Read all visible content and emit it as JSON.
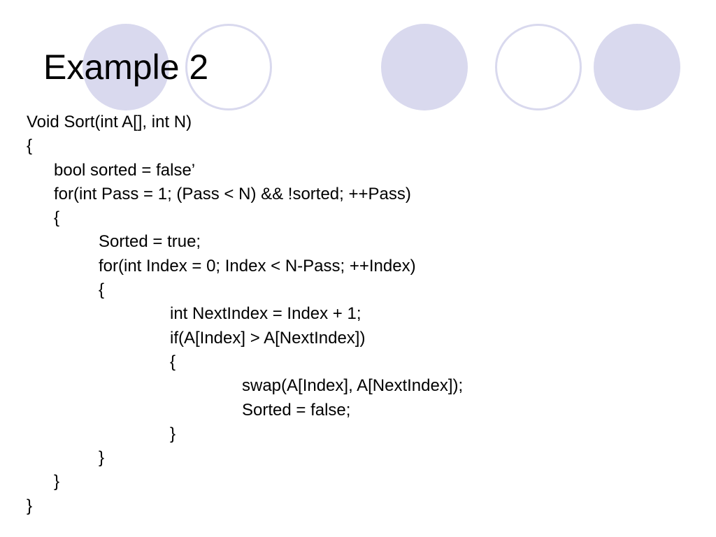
{
  "slide": {
    "title": "Example 2",
    "decoration": {
      "fill_color": "#d9d9ee",
      "ring_color": "#d9d9ee",
      "circles": [
        "filled",
        "ring",
        "filled",
        "ring",
        "filled"
      ]
    },
    "code_lines": [
      {
        "indent": 0,
        "text": "Void Sort(int A[], int N)"
      },
      {
        "indent": 0,
        "text": "{"
      },
      {
        "indent": 1,
        "text": "bool sorted = false’"
      },
      {
        "indent": 1,
        "text": "for(int Pass = 1; (Pass < N) && !sorted; ++Pass)"
      },
      {
        "indent": 1,
        "text": "{"
      },
      {
        "indent": 2,
        "text": "Sorted = true;"
      },
      {
        "indent": 2,
        "text": "for(int Index = 0; Index < N-Pass; ++Index)"
      },
      {
        "indent": 2,
        "text": "{"
      },
      {
        "indent": 3,
        "text": "int NextIndex = Index + 1;"
      },
      {
        "indent": 3,
        "text": "if(A[Index] > A[NextIndex])"
      },
      {
        "indent": 3,
        "text": "{"
      },
      {
        "indent": 4,
        "text": "swap(A[Index], A[NextIndex]);"
      },
      {
        "indent": 4,
        "text": "Sorted = false;"
      },
      {
        "indent": 3,
        "text": "}"
      },
      {
        "indent": 2,
        "text": "}"
      },
      {
        "indent": 1,
        "text": "}"
      },
      {
        "indent": 0,
        "text": "}"
      }
    ]
  }
}
